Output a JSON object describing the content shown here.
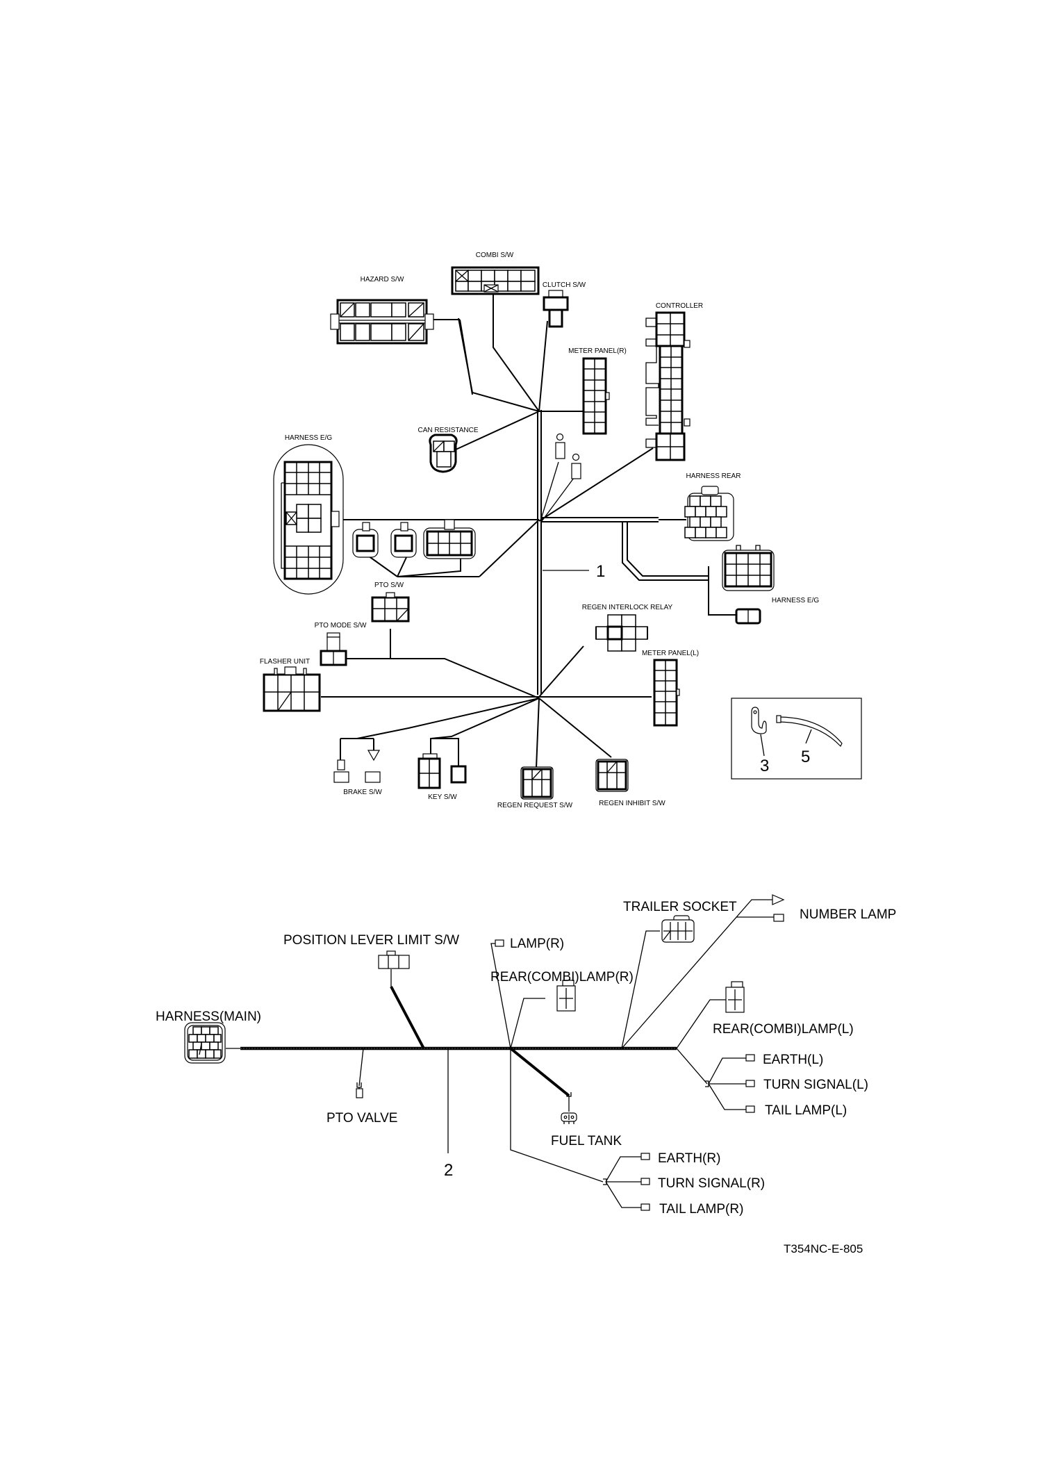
{
  "title": "Wiring harness layout",
  "drawing_ref": "T354NC-E-805",
  "main_harness": {
    "part_number": "1",
    "connectors": [
      {
        "id": "combi_sw",
        "label": "COMBI S/W"
      },
      {
        "id": "hazard_sw",
        "label": "HAZARD S/W"
      },
      {
        "id": "clutch_sw",
        "label": "CLUTCH S/W"
      },
      {
        "id": "controller",
        "label": "CONTROLLER"
      },
      {
        "id": "meter_panel_r",
        "label": "METER PANEL(R)"
      },
      {
        "id": "can_resistance",
        "label": "CAN RESISTANCE"
      },
      {
        "id": "harness_eg_left",
        "label": "HARNESS E/G"
      },
      {
        "id": "harness_rear",
        "label": "HARNESS REAR"
      },
      {
        "id": "harness_eg_right",
        "label": "HARNESS E/G"
      },
      {
        "id": "pto_sw",
        "label": "PTO S/W"
      },
      {
        "id": "regen_interlock_relay",
        "label": "REGEN INTERLOCK RELAY"
      },
      {
        "id": "pto_mode_sw",
        "label": "PTO MODE S/W"
      },
      {
        "id": "flasher_unit",
        "label": "FLASHER UNIT"
      },
      {
        "id": "meter_panel_l",
        "label": "METER PANEL(L)"
      },
      {
        "id": "brake_sw",
        "label": "BRAKE S/W"
      },
      {
        "id": "key_sw",
        "label": "KEY S/W"
      },
      {
        "id": "regen_request_sw",
        "label": "REGEN REQUEST S/W"
      },
      {
        "id": "regen_inhibit_sw",
        "label": "REGEN INHIBIT S/W"
      }
    ]
  },
  "accessories": {
    "clamp_number": "3",
    "band_number": "5"
  },
  "rear_harness": {
    "part_number": "2",
    "connectors": [
      {
        "id": "harness_main",
        "label": "HARNESS(MAIN)"
      },
      {
        "id": "position_lever_limit_sw",
        "label": "POSITION LEVER LIMIT S/W"
      },
      {
        "id": "pto_valve",
        "label": "PTO VALVE"
      },
      {
        "id": "lamp_r",
        "label": "LAMP(R)"
      },
      {
        "id": "rear_combi_lamp_r",
        "label": "REAR(COMBI)LAMP(R)"
      },
      {
        "id": "trailer_socket",
        "label": "TRAILER SOCKET"
      },
      {
        "id": "number_lamp",
        "label": "NUMBER LAMP"
      },
      {
        "id": "rear_combi_lamp_l",
        "label": "REAR(COMBI)LAMP(L)"
      },
      {
        "id": "earth_l",
        "label": "EARTH(L)"
      },
      {
        "id": "turn_signal_l",
        "label": "TURN SIGNAL(L)"
      },
      {
        "id": "tail_lamp_l",
        "label": "TAIL LAMP(L)"
      },
      {
        "id": "fuel_tank",
        "label": "FUEL TANK"
      },
      {
        "id": "earth_r",
        "label": "EARTH(R)"
      },
      {
        "id": "turn_signal_r",
        "label": "TURN SIGNAL(R)"
      },
      {
        "id": "tail_lamp_r",
        "label": "TAIL LAMP(R)"
      }
    ]
  }
}
